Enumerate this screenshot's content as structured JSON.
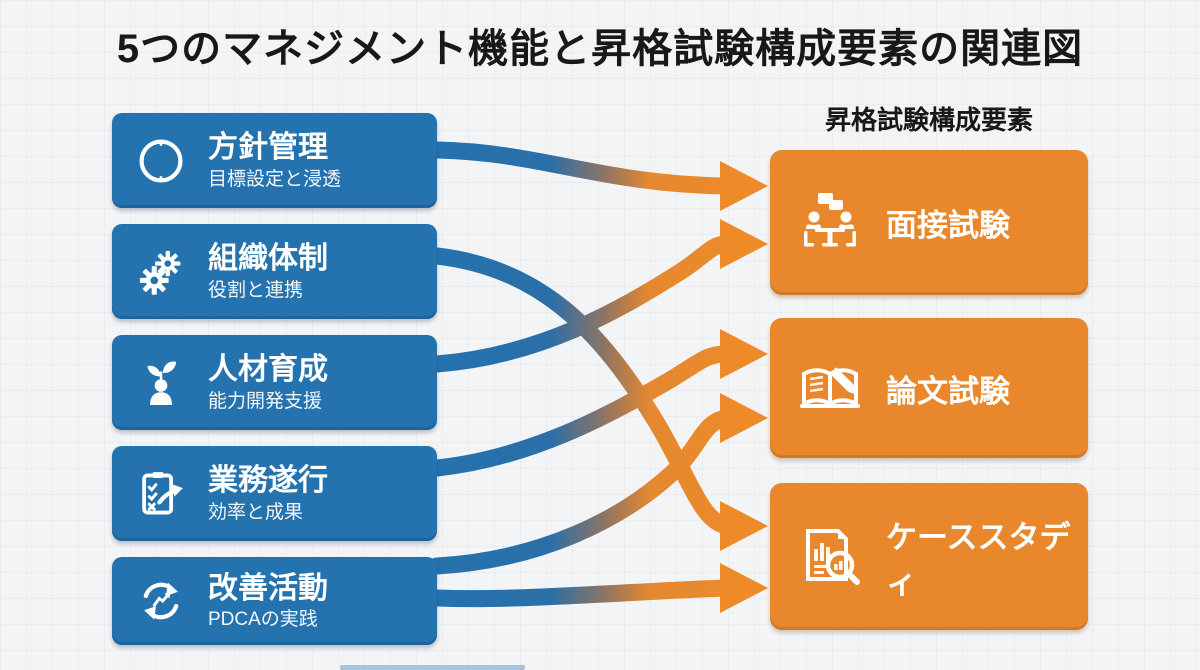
{
  "title": "5つのマネジメント機能と昇格試験構成要素の関連図",
  "left_column": {
    "items": [
      {
        "title": "方針管理",
        "subtitle": "目標設定と浸透",
        "icon": "compass-icon"
      },
      {
        "title": "組織体制",
        "subtitle": "役割と連携",
        "icon": "gears-icon"
      },
      {
        "title": "人材育成",
        "subtitle": "能力開発支援",
        "icon": "growth-person-icon"
      },
      {
        "title": "業務遂行",
        "subtitle": "効率と成果",
        "icon": "clipboard-tasks-icon"
      },
      {
        "title": "改善活動",
        "subtitle": "PDCAの実践",
        "icon": "pdca-cycle-icon"
      }
    ]
  },
  "right_column": {
    "header": "昇格試験構成要素",
    "items": [
      {
        "label": "面接試験",
        "icon": "interview-icon"
      },
      {
        "label": "論文試験",
        "icon": "essay-book-icon"
      },
      {
        "label": "ケーススタディ",
        "icon": "case-analysis-icon"
      }
    ]
  },
  "connections": [
    {
      "from": "方針管理",
      "to": "面接試験"
    },
    {
      "from": "人材育成",
      "to": "面接試験"
    },
    {
      "from": "業務遂行",
      "to": "論文試験"
    },
    {
      "from": "改善活動",
      "to": "論文試験"
    },
    {
      "from": "組織体制",
      "to": "ケーススタディ"
    },
    {
      "from": "改善活動",
      "to": "ケーススタディ"
    }
  ],
  "colors": {
    "left_box": "#2472ae",
    "right_box": "#e8872b",
    "arrow_blue": "#2472ae",
    "arrow_orange": "#ee8b28",
    "title_text": "#17181a",
    "box_text": "#ffffff"
  }
}
